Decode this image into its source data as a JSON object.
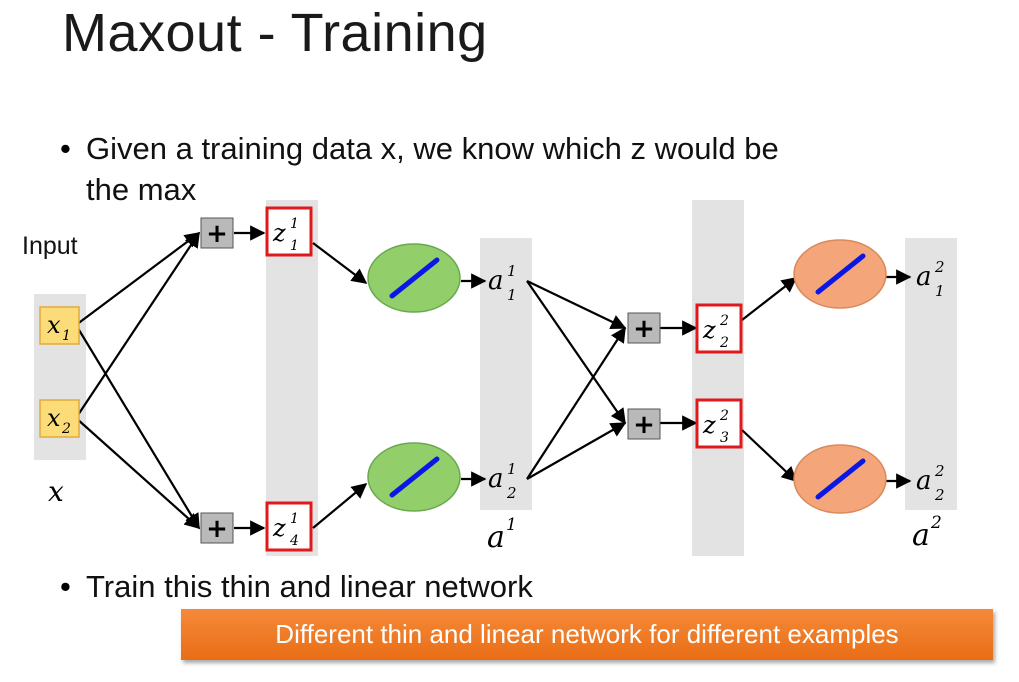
{
  "slide": {
    "title": "Maxout - Training",
    "bullets": [
      {
        "lines": [
          "Given a training data x, we know which z would be",
          "the max"
        ]
      },
      {
        "lines": [
          "Train this thin and linear network"
        ]
      }
    ],
    "callout": "Different thin and linear network for different examples",
    "input_label": "Input"
  },
  "diagram": {
    "colors": {
      "column_bg": "#e3e3e3",
      "input_box_fill": "#fcdc78",
      "input_box_border": "#e1a93a",
      "plus_box_fill": "#b9b9b9",
      "selected_border": "#e0191d",
      "neuron_layer1": "#92cf6b",
      "neuron_layer2": "#f4a57a",
      "activation_line": "#0a18e6",
      "callout": "#ed7525"
    },
    "inputs": [
      {
        "base": "x",
        "sub": "1"
      },
      {
        "base": "x",
        "sub": "2"
      }
    ],
    "input_vector_label": "x",
    "plus_symbol": "+",
    "layer1": {
      "selected_z": [
        {
          "base": "z",
          "sup": "1",
          "sub": "1"
        },
        {
          "base": "z",
          "sup": "1",
          "sub": "4"
        }
      ],
      "outputs": [
        {
          "base": "a",
          "sup": "1",
          "sub": "1"
        },
        {
          "base": "a",
          "sup": "1",
          "sub": "2"
        }
      ],
      "vector_label": {
        "base": "a",
        "sup": "1"
      },
      "neuron_icon": "linear-activation-icon"
    },
    "layer2": {
      "selected_z": [
        {
          "base": "z",
          "sup": "2",
          "sub": "2"
        },
        {
          "base": "z",
          "sup": "2",
          "sub": "3"
        }
      ],
      "outputs": [
        {
          "base": "a",
          "sup": "2",
          "sub": "1"
        },
        {
          "base": "a",
          "sup": "2",
          "sub": "2"
        }
      ],
      "vector_label": {
        "base": "a",
        "sup": "2"
      },
      "neuron_icon": "linear-activation-icon"
    }
  }
}
